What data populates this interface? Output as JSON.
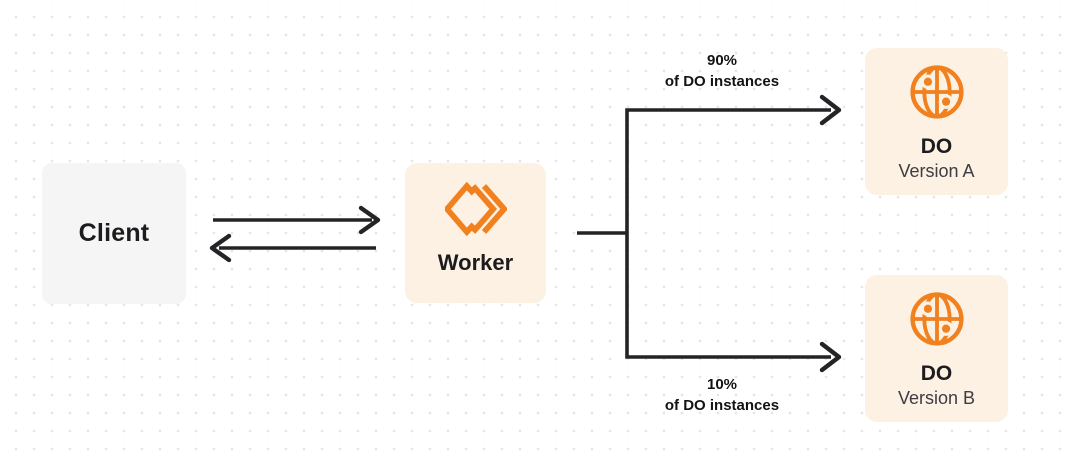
{
  "diagram": {
    "description": "Client to Worker with traffic split between two Durable Object versions"
  },
  "colors": {
    "background": "#ffffff",
    "dot_grid": "#e6e6e9",
    "client_box": "#f5f5f6",
    "cream_box": "#fcf1e3",
    "accent_orange": "#f1801f",
    "connector_dark": "#242426",
    "text_primary": "#1c1c1f",
    "text_secondary": "#3d3d43"
  },
  "nodes": {
    "client": {
      "label": "Client"
    },
    "worker": {
      "label": "Worker",
      "icon": "workers-logo-icon"
    },
    "do_a": {
      "title": "DO",
      "subtitle": "Version A",
      "icon": "durable-object-globe-icon"
    },
    "do_b": {
      "title": "DO",
      "subtitle": "Version B",
      "icon": "durable-object-globe-icon"
    }
  },
  "edges": {
    "client_worker": {
      "type": "bidirectional-arrows"
    },
    "split_top": {
      "percent": "90%",
      "caption": "of DO instances"
    },
    "split_bottom": {
      "percent": "10%",
      "caption": "of DO instances"
    }
  }
}
